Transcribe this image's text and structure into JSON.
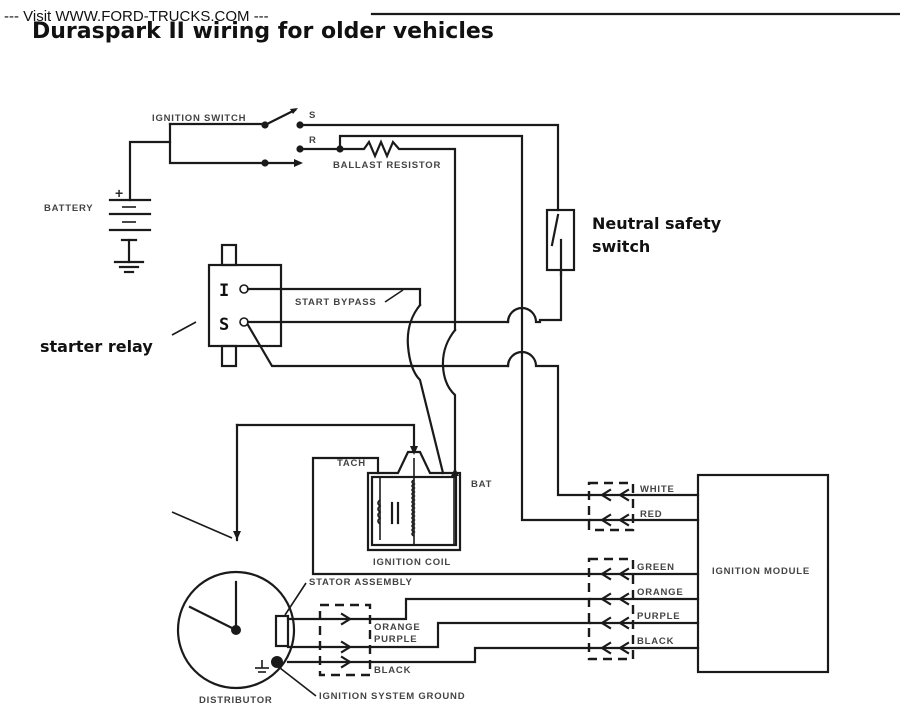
{
  "banner": "--- Visit WWW.FORD-TRUCKS.COM ---",
  "title": "Duraspark II wiring for older vehicles",
  "components": {
    "ignition_switch": "IGNITION SWITCH",
    "switch_s": "S",
    "switch_r": "R",
    "ballast_resistor": "BALLAST RESISTOR",
    "battery": "BATTERY",
    "battery_plus": "+",
    "neutral_safety_line1": "Neutral safety",
    "neutral_safety_line2": "switch",
    "starter_relay": "starter relay",
    "relay_i": "I",
    "relay_s": "S",
    "start_bypass": "START BYPASS",
    "tach": "TACH",
    "bat": "BAT",
    "ignition_coil": "IGNITION COIL",
    "stator_assembly": "STATOR ASSEMBLY",
    "distributor": "DISTRIBUTOR",
    "ignition_system_ground": "IGNITION SYSTEM GROUND",
    "ignition_module": "IGNITION MODULE"
  },
  "module_wires_top": [
    "WHITE",
    "RED"
  ],
  "module_wires_bottom": [
    "GREEN",
    "ORANGE",
    "PURPLE",
    "BLACK"
  ],
  "distributor_wires": [
    "ORANGE",
    "PURPLE",
    "BLACK"
  ]
}
